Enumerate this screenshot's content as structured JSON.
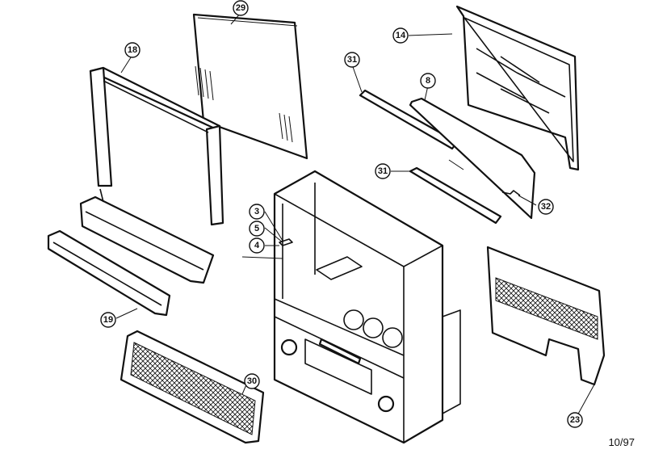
{
  "callouts": {
    "p29": "29",
    "p18": "18",
    "p14": "14",
    "p31a": "31",
    "p8": "8",
    "p31b": "31",
    "p32": "32",
    "p3": "3",
    "p5": "5",
    "p4": "4",
    "p19": "19",
    "p30": "30",
    "p23": "23"
  },
  "date_stamp": "10/97"
}
